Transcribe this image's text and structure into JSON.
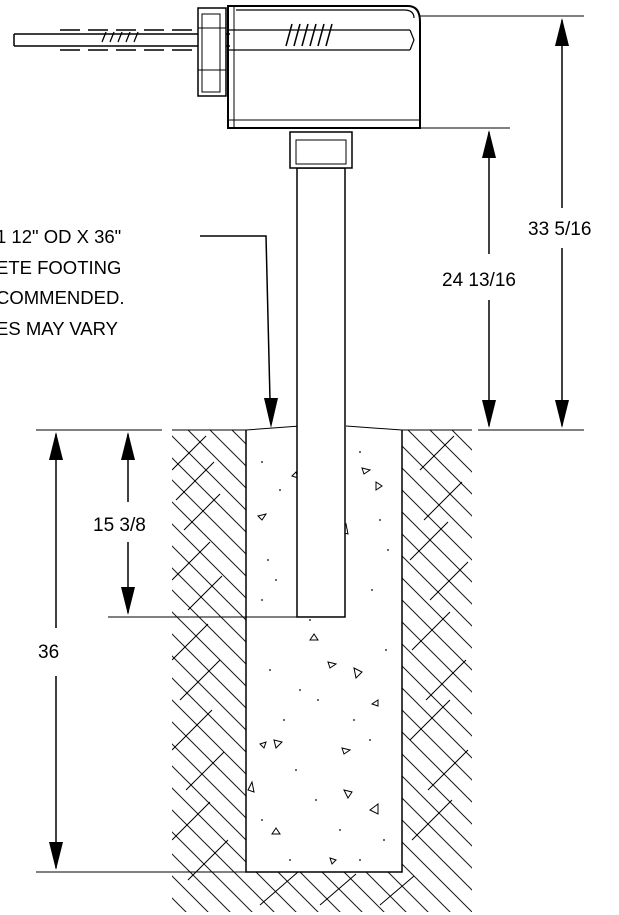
{
  "note": {
    "lines": [
      "1 12\" OD  X 36\"",
      "ETE FOOTING",
      "COMMENDED.",
      "ES MAY VARY"
    ]
  },
  "dimensions": {
    "overall_height": "33 5/16",
    "pole_height": "24 13/16",
    "embed_depth": "15 3/8",
    "footing_depth": "36"
  }
}
